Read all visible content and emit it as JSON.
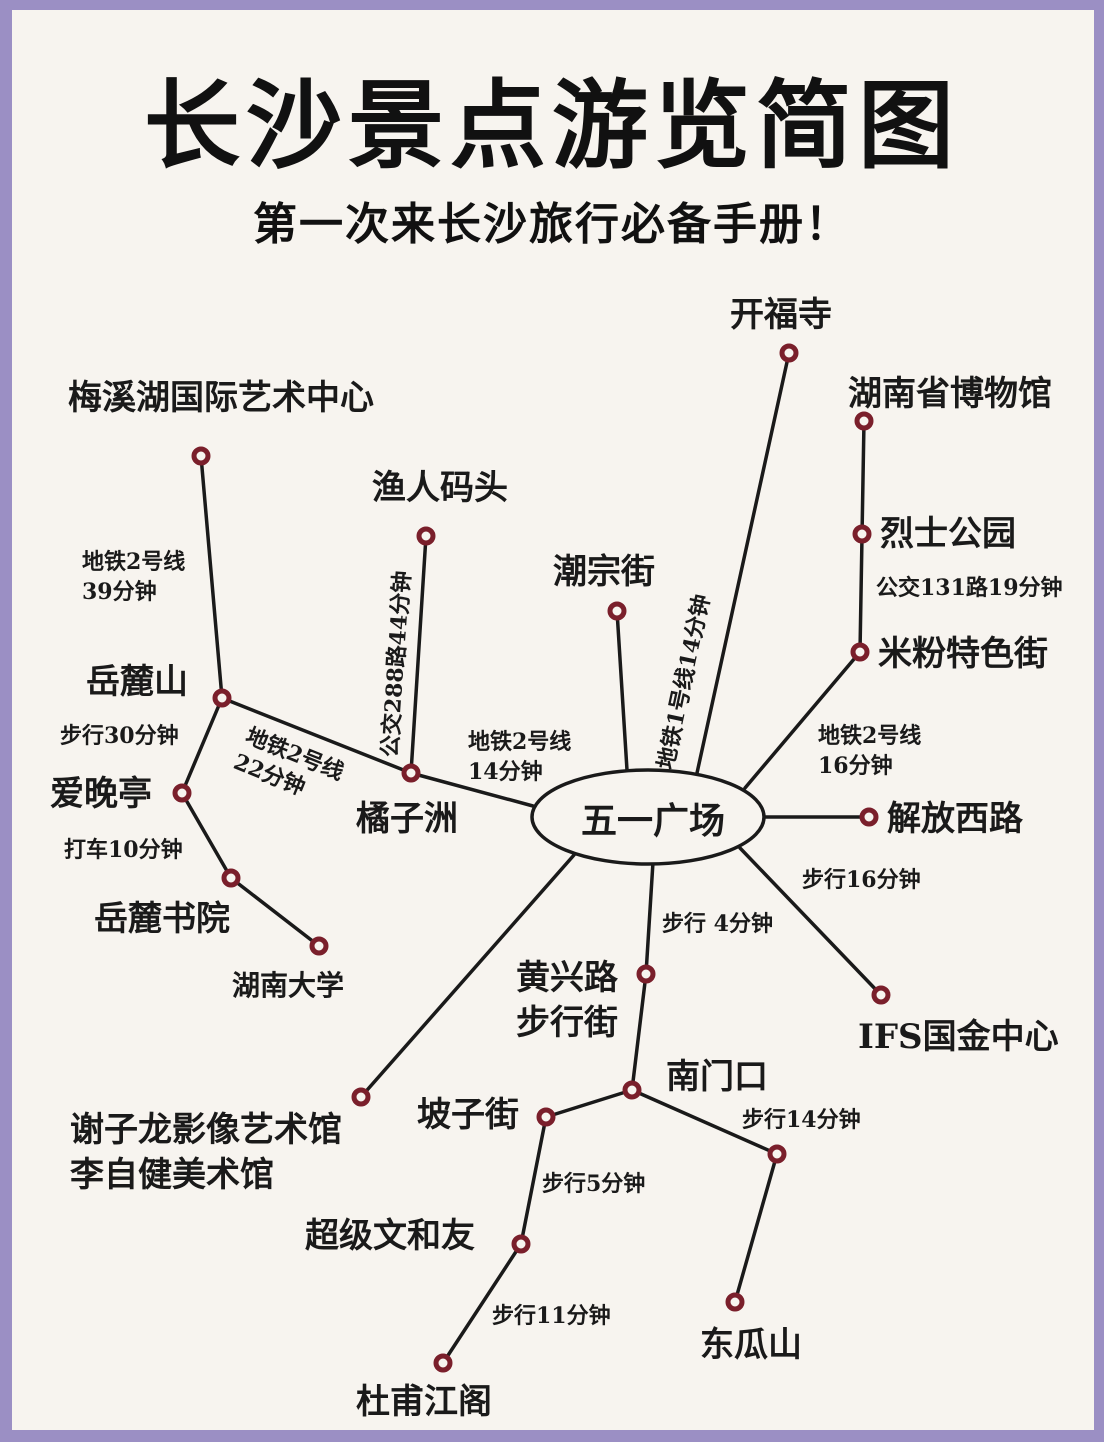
{
  "title": "长沙景点游览简图",
  "subtitle": "第一次来长沙旅行必备手册！",
  "hub": "五一广场",
  "places": {
    "kaifusi": "开福寺",
    "hunan_museum": "湖南省博物馆",
    "lieshi_park": "烈士公园",
    "mifen_street": "米粉特色街",
    "jiefang_west": "解放西路",
    "ifs": "IFS国金中心",
    "meixihu": "梅溪湖国际艺术中心",
    "yurenmatou": "渔人码头",
    "chaozong": "潮宗街",
    "yuelushan": "岳麓山",
    "aiwanting": "爱晚亭",
    "yuelu_academy": "岳麓书院",
    "hunan_university": "湖南大学",
    "juzizhou": "橘子洲",
    "huangxing_1": "黄兴路",
    "huangxing_2": "步行街",
    "nanmenkou": "南门口",
    "xiezilong_1": "谢子龙影像艺术馆",
    "xiezilong_2": "李自健美术馆",
    "pozijie": "坡子街",
    "chaoji": "超级文和友",
    "dongguashan": "东瓜山",
    "dufu": "杜甫江阁"
  },
  "routes": {
    "meixi_1": "地铁2号线",
    "meixi_2": "39分钟",
    "bus288": "公交288路44分钟",
    "metro1": "地铁1号线14分钟",
    "bus131": "公交131路19分钟",
    "mifen_1": "地铁2号线",
    "mifen_2": "16分钟",
    "juzi_1": "地铁2号线",
    "juzi_2": "14分钟",
    "yuelu_1": "地铁2号线",
    "yuelu_2": "22分钟",
    "walk30": "步行30分钟",
    "taxi10": "打车10分钟",
    "walk16": "步行16分钟",
    "walk4": "步行 4分钟",
    "walk14": "步行14分钟",
    "walk5": "步行5分钟",
    "walk11": "步行11分钟"
  },
  "colors": {
    "line": "#1a1a1a",
    "node": "#7a1f2b",
    "background": "#f7f4ef",
    "border": "#9b8fc4"
  }
}
